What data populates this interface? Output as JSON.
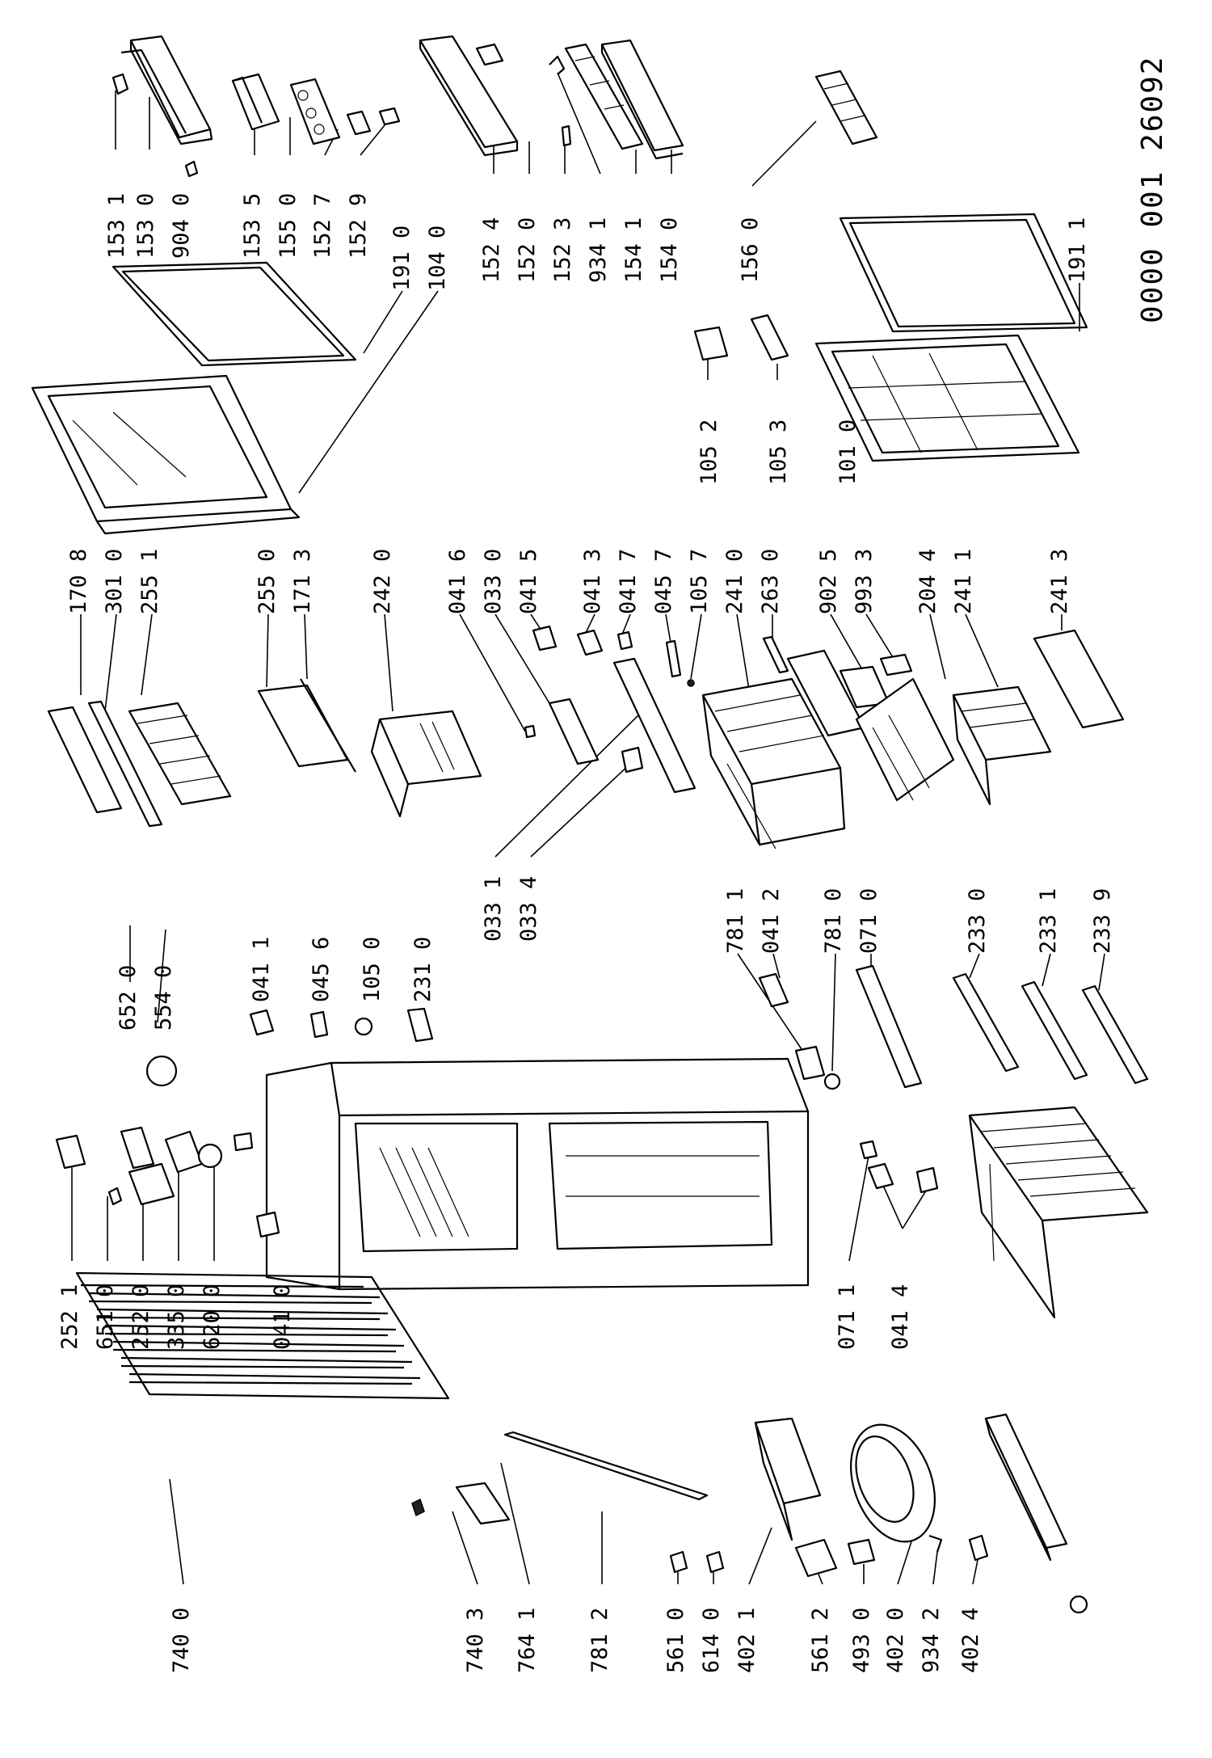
{
  "document_number": "0000 001 26092",
  "labels": [
    {
      "id": "p-153-1",
      "text": "153 1"
    },
    {
      "id": "p-153-0",
      "text": "153 0"
    },
    {
      "id": "p-904-0",
      "text": "904 0"
    },
    {
      "id": "p-153-5",
      "text": "153 5"
    },
    {
      "id": "p-155-0",
      "text": "155 0"
    },
    {
      "id": "p-152-7",
      "text": "152 7"
    },
    {
      "id": "p-152-9",
      "text": "152 9"
    },
    {
      "id": "p-191-0",
      "text": "191 0"
    },
    {
      "id": "p-104-0",
      "text": "104 0"
    },
    {
      "id": "p-152-4",
      "text": "152 4"
    },
    {
      "id": "p-152-0",
      "text": "152 0"
    },
    {
      "id": "p-152-3",
      "text": "152 3"
    },
    {
      "id": "p-934-1",
      "text": "934 1"
    },
    {
      "id": "p-154-1",
      "text": "154 1"
    },
    {
      "id": "p-154-0",
      "text": "154 0"
    },
    {
      "id": "p-156-0",
      "text": "156 0"
    },
    {
      "id": "p-191-1",
      "text": "191 1"
    },
    {
      "id": "p-105-2",
      "text": "105 2"
    },
    {
      "id": "p-105-3",
      "text": "105 3"
    },
    {
      "id": "p-101-0",
      "text": "101 0"
    },
    {
      "id": "p-170-8",
      "text": "170 8"
    },
    {
      "id": "p-301-0",
      "text": "301 0"
    },
    {
      "id": "p-255-1",
      "text": "255 1"
    },
    {
      "id": "p-255-0",
      "text": "255 0"
    },
    {
      "id": "p-171-3",
      "text": "171 3"
    },
    {
      "id": "p-242-0",
      "text": "242 0"
    },
    {
      "id": "p-041-6",
      "text": "041 6"
    },
    {
      "id": "p-033-0",
      "text": "033 0"
    },
    {
      "id": "p-041-5",
      "text": "041 5"
    },
    {
      "id": "p-041-3",
      "text": "041 3"
    },
    {
      "id": "p-041-7",
      "text": "041 7"
    },
    {
      "id": "p-045-7",
      "text": "045 7"
    },
    {
      "id": "p-105-7",
      "text": "105 7"
    },
    {
      "id": "p-241-0",
      "text": "241 0"
    },
    {
      "id": "p-263-0",
      "text": "263 0"
    },
    {
      "id": "p-902-5",
      "text": "902 5"
    },
    {
      "id": "p-993-3",
      "text": "993 3"
    },
    {
      "id": "p-204-4",
      "text": "204 4"
    },
    {
      "id": "p-241-1",
      "text": "241 1"
    },
    {
      "id": "p-241-3",
      "text": "241 3"
    },
    {
      "id": "p-033-1",
      "text": "033 1"
    },
    {
      "id": "p-033-4",
      "text": "033 4"
    },
    {
      "id": "p-652-0",
      "text": "652 0"
    },
    {
      "id": "p-554-0",
      "text": "554 0"
    },
    {
      "id": "p-041-1",
      "text": "041 1"
    },
    {
      "id": "p-045-6",
      "text": "045 6"
    },
    {
      "id": "p-105-0",
      "text": "105 0"
    },
    {
      "id": "p-231-0",
      "text": "231 0"
    },
    {
      "id": "p-781-1",
      "text": "781 1"
    },
    {
      "id": "p-041-2",
      "text": "041 2"
    },
    {
      "id": "p-781-0",
      "text": "781 0"
    },
    {
      "id": "p-071-0",
      "text": "071 0"
    },
    {
      "id": "p-233-0",
      "text": "233 0"
    },
    {
      "id": "p-233-1",
      "text": "233 1"
    },
    {
      "id": "p-233-9",
      "text": "233 9"
    },
    {
      "id": "p-252-1",
      "text": "252 1"
    },
    {
      "id": "p-651-0",
      "text": "651 0"
    },
    {
      "id": "p-252-0",
      "text": "252 0"
    },
    {
      "id": "p-335-0",
      "text": "335 0"
    },
    {
      "id": "p-620-0",
      "text": "620 0"
    },
    {
      "id": "p-041-0",
      "text": "041 0"
    },
    {
      "id": "p-071-1",
      "text": "071 1"
    },
    {
      "id": "p-041-4",
      "text": "041 4"
    },
    {
      "id": "p-740-0",
      "text": "740 0"
    },
    {
      "id": "p-740-3",
      "text": "740 3"
    },
    {
      "id": "p-764-1",
      "text": "764 1"
    },
    {
      "id": "p-781-2",
      "text": "781 2"
    },
    {
      "id": "p-561-0",
      "text": "561 0"
    },
    {
      "id": "p-614-0",
      "text": "614 0"
    },
    {
      "id": "p-402-1",
      "text": "402 1"
    },
    {
      "id": "p-561-2",
      "text": "561 2"
    },
    {
      "id": "p-493-0",
      "text": "493 0"
    },
    {
      "id": "p-402-0",
      "text": "402 0"
    },
    {
      "id": "p-934-2",
      "text": "934 2"
    },
    {
      "id": "p-402-4",
      "text": "402 4"
    }
  ]
}
